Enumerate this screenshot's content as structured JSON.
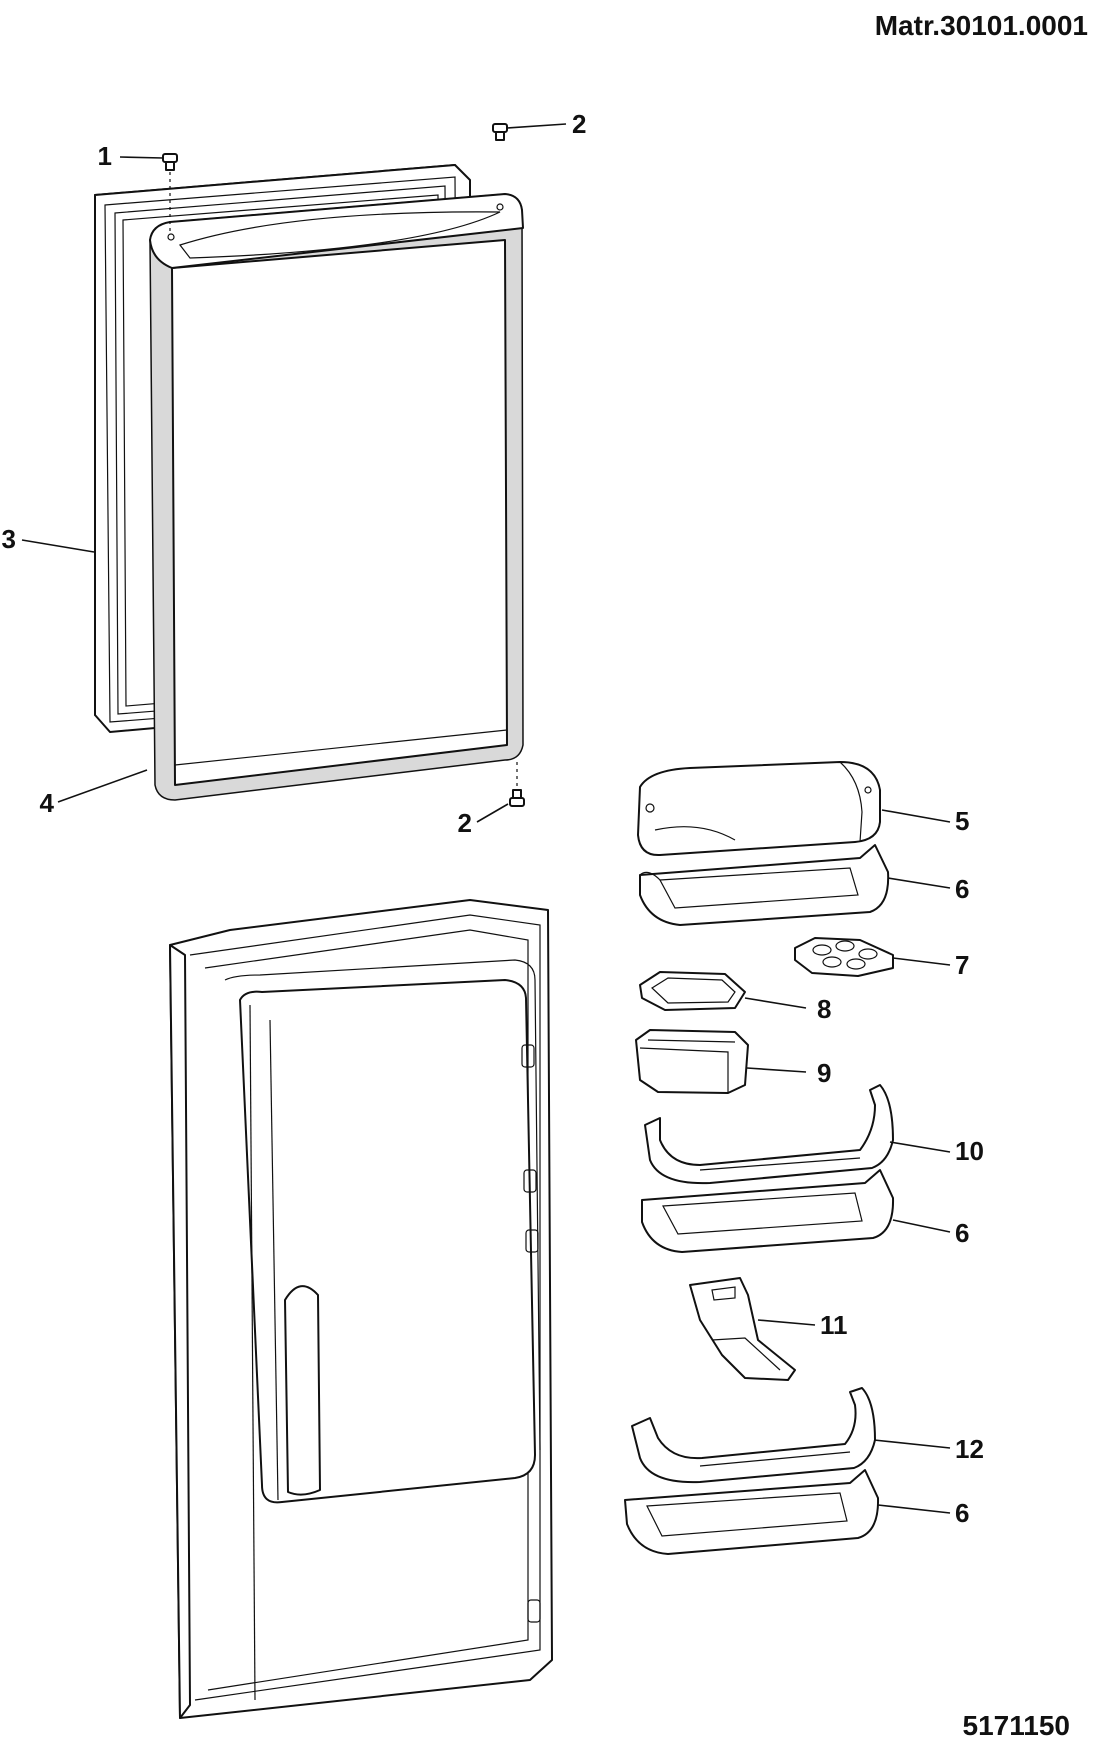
{
  "header": {
    "material_number": "Matr.30101.0001"
  },
  "footer": {
    "drawing_number": "5171150"
  },
  "callouts": [
    {
      "id": "c1",
      "label": "1"
    },
    {
      "id": "c2a",
      "label": "2"
    },
    {
      "id": "c2b",
      "label": "2"
    },
    {
      "id": "c3",
      "label": "3"
    },
    {
      "id": "c4",
      "label": "4"
    },
    {
      "id": "c5",
      "label": "5"
    },
    {
      "id": "c6a",
      "label": "6"
    },
    {
      "id": "c7",
      "label": "7"
    },
    {
      "id": "c8",
      "label": "8"
    },
    {
      "id": "c9",
      "label": "9"
    },
    {
      "id": "c10",
      "label": "10"
    },
    {
      "id": "c6b",
      "label": "6"
    },
    {
      "id": "c11",
      "label": "11"
    },
    {
      "id": "c12",
      "label": "12"
    },
    {
      "id": "c6c",
      "label": "6"
    }
  ]
}
